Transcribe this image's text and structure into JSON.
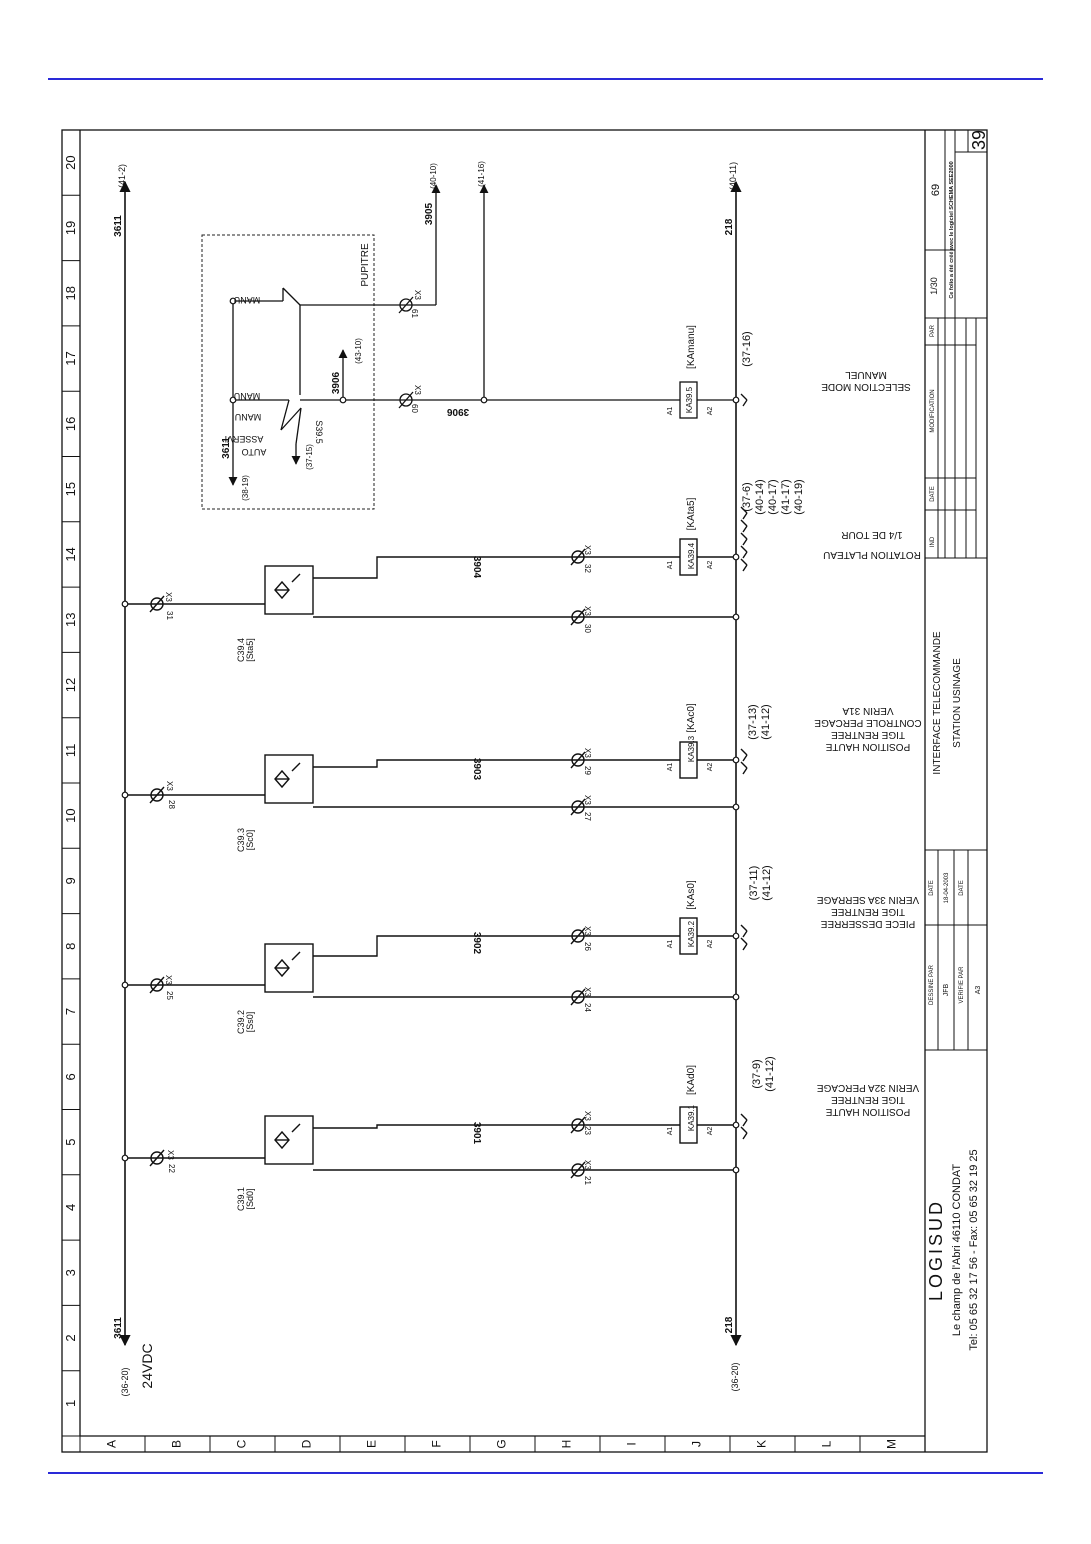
{
  "grid": {
    "columns": [
      "1",
      "2",
      "3",
      "4",
      "5",
      "6",
      "7",
      "8",
      "9",
      "10",
      "11",
      "12",
      "13",
      "14",
      "15",
      "16",
      "17",
      "18",
      "19",
      "20"
    ],
    "rows": [
      "A",
      "B",
      "C",
      "D",
      "E",
      "F",
      "G",
      "H",
      "I",
      "J",
      "K",
      "L",
      "M"
    ]
  },
  "supply": {
    "voltage": "24VDC",
    "ref_left": "(36-20)",
    "positive_wire": "3611",
    "positive_ref": "(41-2)",
    "common_wire": "218",
    "common_ref": "(40-11)",
    "common_ref_left": "(36-20)"
  },
  "circuits": [
    {
      "sensor": "C39.1",
      "sensor_tag": "[Sd0]",
      "term_in": "22",
      "term_out": "21",
      "term_coil": "23",
      "terminal_block": "X3",
      "wire": "3901",
      "relay": "KA39.1",
      "relay_tag": "[KAd0]",
      "a1": "A1",
      "a2": "A2",
      "refs": [
        "(37-9)",
        "(41-12)"
      ],
      "description": [
        "VERIN 32A PERCAGE",
        "TIGE RENTREE",
        "POSITION HAUTE"
      ]
    },
    {
      "sensor": "C39.2",
      "sensor_tag": "[Ss0]",
      "term_in": "25",
      "term_out": "24",
      "term_coil": "26",
      "terminal_block": "X3",
      "wire": "3902",
      "relay": "KA39.2",
      "relay_tag": "[KAs0]",
      "a1": "A1",
      "a2": "A2",
      "refs": [
        "(37-11)",
        "(41-12)"
      ],
      "description": [
        "VERIN 33A SERRAGE",
        "TIGE RENTREE",
        "PIECE DESSERREE"
      ]
    },
    {
      "sensor": "C39.3",
      "sensor_tag": "[Sc0]",
      "term_in": "28",
      "term_out": "27",
      "term_coil": "29",
      "terminal_block": "X3",
      "wire": "3903",
      "relay": "KA39.3",
      "relay_tag": "[KAc0]",
      "a1": "A1",
      "a2": "A2",
      "refs": [
        "(37-13)",
        "(41-12)"
      ],
      "description": [
        "VERIN 31A",
        "CONTROLE PERCAGE",
        "TIGE RENTREE",
        "POSITION HAUTE"
      ]
    },
    {
      "sensor": "C39.4",
      "sensor_tag": "[Sta5]",
      "term_in": "31",
      "term_out": "30",
      "term_coil": "32",
      "terminal_block": "X3",
      "wire": "3904",
      "relay": "KA39.4",
      "relay_tag": "[KAta5]",
      "a1": "A1",
      "a2": "A2",
      "refs": [
        "(37-6)",
        "(40-14)",
        "(40-17)",
        "(41-17)",
        "(40-19)"
      ],
      "description": [
        "ROTATION PLATEAU",
        "1/4 DE TOUR"
      ]
    }
  ],
  "pupitre": {
    "label": "PUPITRE",
    "switch": "S39.5",
    "wire_in": "3611",
    "ref_in": "(38-19)",
    "ref_auto": "(37-15)",
    "positions": [
      "AUTO",
      "ASSERVI",
      "MANU"
    ],
    "manu_label": "MANU",
    "manu_label_2": "MANU",
    "wire_3906": "3906",
    "ref_3906": "(43-10)",
    "wire_3905": "3905",
    "ref_3905": "(40-10)",
    "term_60": "60",
    "term_61": "61",
    "terminal_block": "X3",
    "wire_branch": "3906",
    "ref_branch": "(41-16)",
    "relay": "KA39.5",
    "relay_tag": "[KAmanu]",
    "a1": "A1",
    "a2": "A2",
    "refs": [
      "(37-16)"
    ],
    "description": [
      "SELECTION MODE",
      "MANUEL"
    ]
  },
  "title_block": {
    "company": "LOGISUD",
    "address": "Le champ de l'Abri   46110 CONDAT",
    "phone": "Tel: 05 65 32 17 56  -  Fax: 05 65 32 19 25",
    "drawn_by_label": "DESSINE PAR",
    "drawn_by": "JFB",
    "verified_by_label": "VERIFIE PAR",
    "format": "A3",
    "date_label": "DATE",
    "date": "18-04-2003",
    "project_line_1": "INTERFACE TELECOMMANDE",
    "project_line_2": "STATION USINAGE",
    "rev_labels": [
      "IND",
      "DATE",
      "MODIFICATION",
      "PAR"
    ],
    "folio": "1/30",
    "total": "69",
    "page": "39",
    "note": "Ce folio a été créé avec le logiciel SCHEMA SEE2000"
  }
}
